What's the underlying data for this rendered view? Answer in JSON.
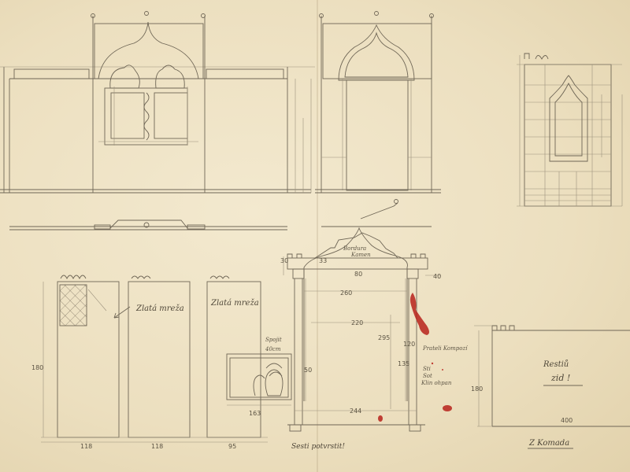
{
  "notes": {
    "zlata_mreza_1": "Zlatá mreža",
    "zlata_mreza_2": "Zlatá mreža",
    "bordura_1": "Bordura",
    "bordura_2": "Kamen",
    "spojit": "Spojit",
    "rozmer": "40cm",
    "pratele": "Prateli Kompozí",
    "stena_1": "Sti",
    "stena_2": "Sot",
    "stena_3": "Klin ohpan",
    "sesti": "Sesti potvrstit!",
    "rest_1": "Restiů",
    "rest_2": "zid !",
    "title": "Z Komada"
  },
  "dims": {
    "d30": "30",
    "d33": "33",
    "d80": "80",
    "d40": "40",
    "d260": "260",
    "d220": "220",
    "d295": "295",
    "d120": "120",
    "d50": "50",
    "d135": "135",
    "d163": "163",
    "d244": "244",
    "d180a": "180",
    "d118a": "118",
    "d118b": "118",
    "d95": "95",
    "d180b": "180",
    "d400": "400"
  },
  "colors": {
    "paper": "#efe3c6",
    "pencil": "#6f6656",
    "red_ink": "#b7221b"
  }
}
